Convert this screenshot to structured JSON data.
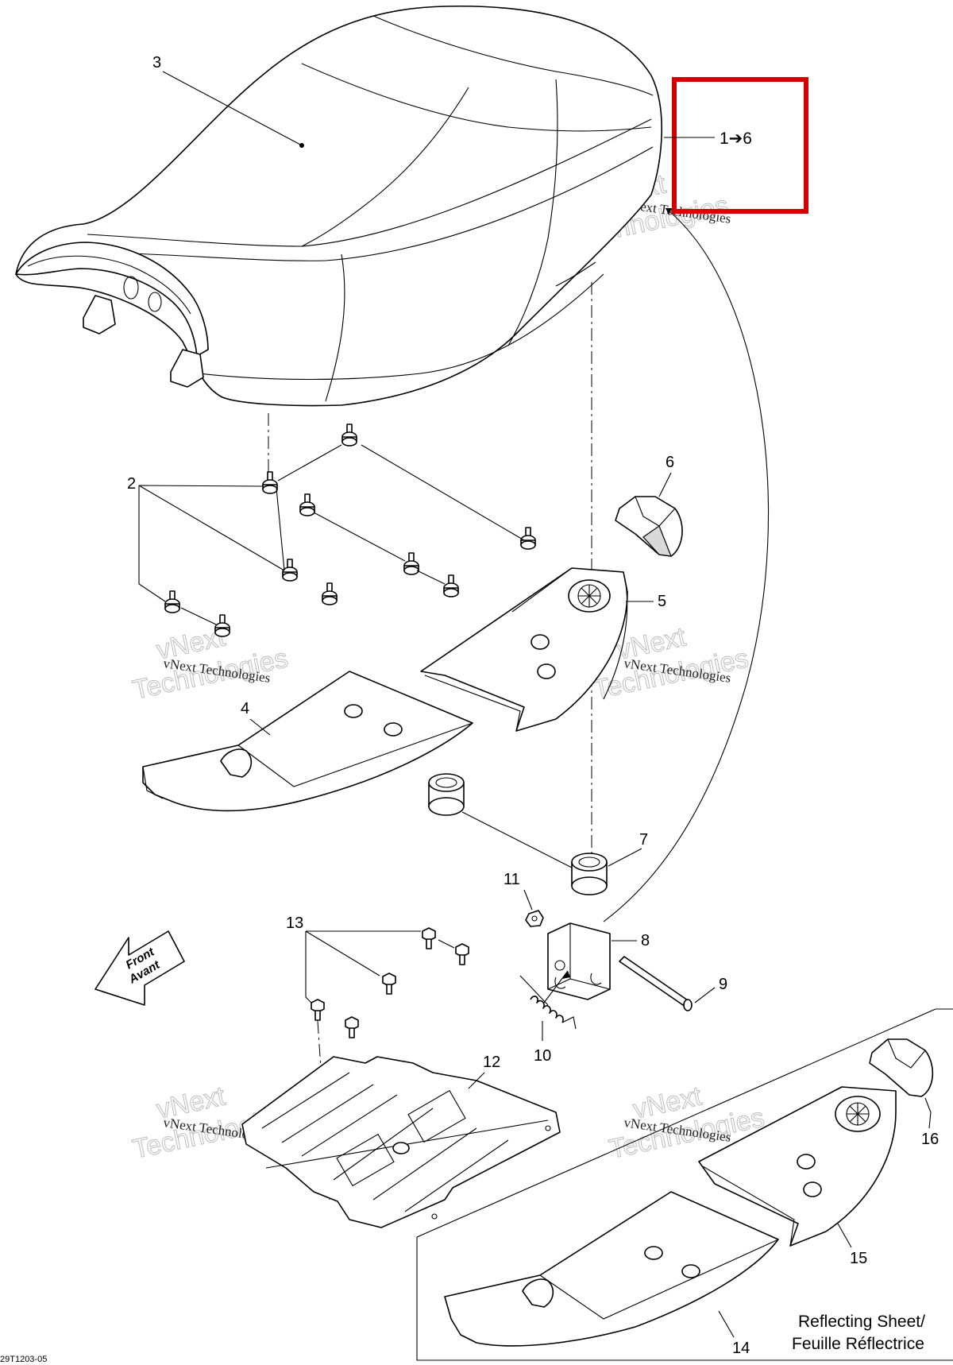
{
  "diagram": {
    "drawing_code": "29T1203-05",
    "callout": {
      "text": "1➔6",
      "highlight_color": "#d40000"
    },
    "labels": {
      "p2": "2",
      "p3": "3",
      "p4": "4",
      "p5": "5",
      "p6": "6",
      "p7": "7",
      "p8": "8",
      "p9": "9",
      "p10": "10",
      "p11": "11",
      "p12": "12",
      "p13": "13",
      "p14": "14",
      "p15": "15",
      "p16": "16"
    },
    "front_arrow": {
      "line1": "Front",
      "line2": "Avant"
    },
    "reflecting_box": {
      "line1": "Reflecting Sheet/",
      "line2": "Feuille Réflectrice"
    },
    "watermark": {
      "line1": "vNext Technologies",
      "line2": "vNext",
      "line3": "Technologies"
    }
  }
}
